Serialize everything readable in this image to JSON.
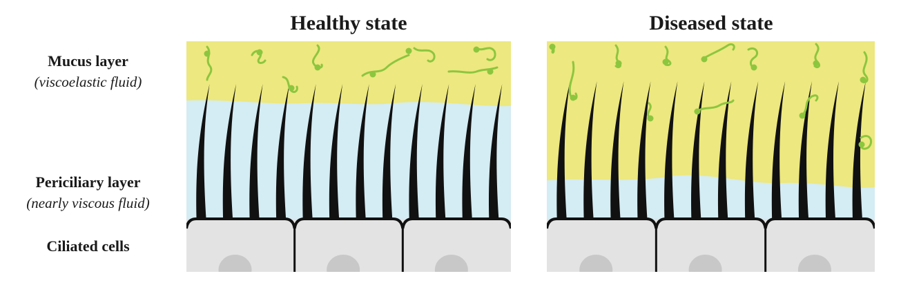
{
  "panels": {
    "healthy": {
      "title": "Healthy state"
    },
    "diseased": {
      "title": "Diseased state"
    }
  },
  "labels": {
    "mucus": {
      "main": "Mucus layer",
      "sub": "(viscoelastic fluid)"
    },
    "periciliary": {
      "main": "Periciliary layer",
      "sub": "(nearly viscous fluid)"
    },
    "cells": {
      "main": "Ciliated cells"
    }
  },
  "colors": {
    "mucus": "#ede87f",
    "periciliary": "#d4ecf3",
    "cell_fill": "#e3e3e3",
    "nucleus": "#c8c8c8",
    "cilia": "#111111",
    "mucin_strand": "#8cc63f"
  }
}
